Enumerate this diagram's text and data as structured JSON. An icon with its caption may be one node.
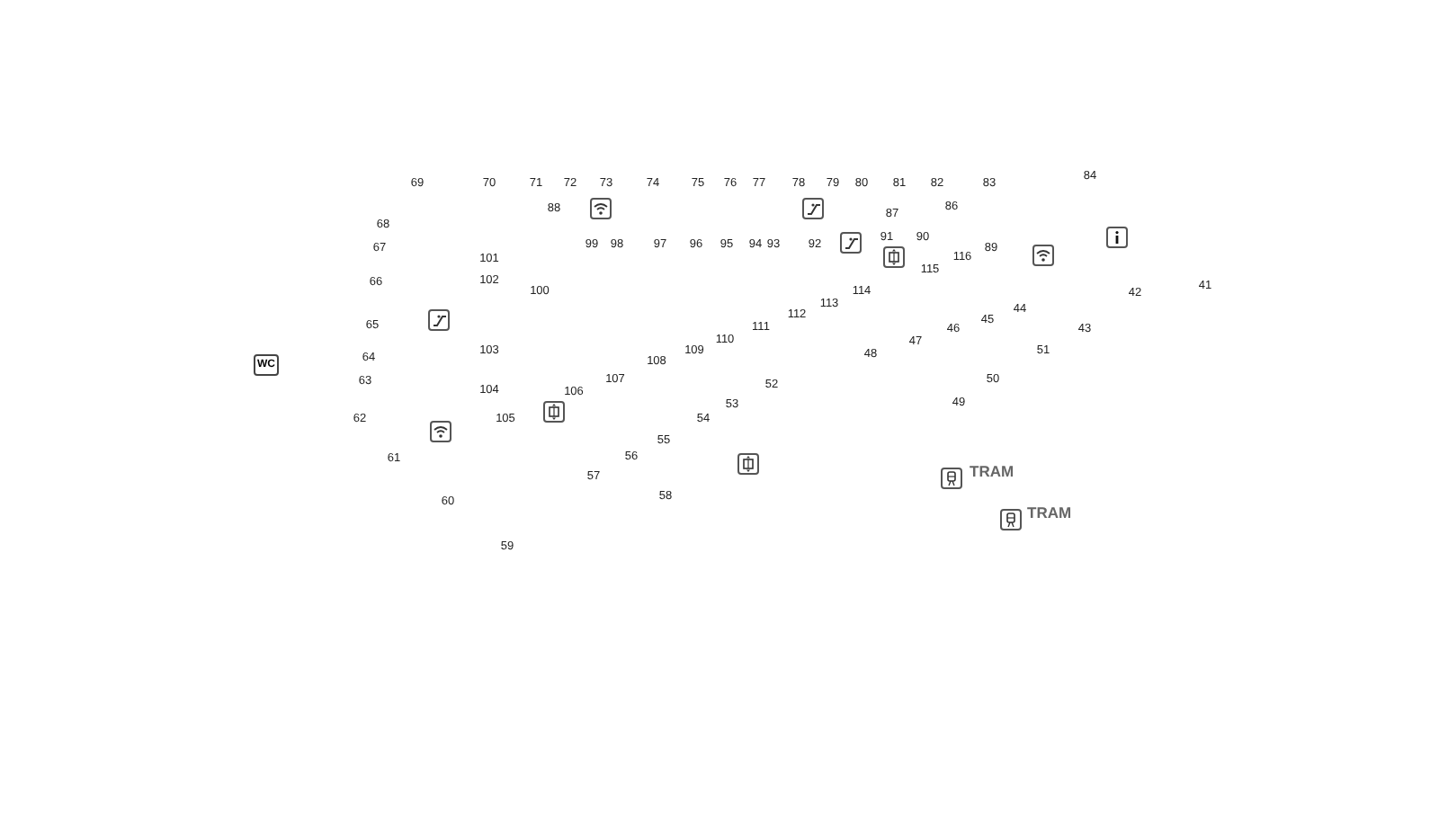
{
  "diagram": {
    "labels": [
      "84",
      "69",
      "70",
      "71",
      "72",
      "73",
      "74",
      "75",
      "76",
      "77",
      "78",
      "79",
      "80",
      "81",
      "82",
      "83",
      "86",
      "88",
      "87",
      "68",
      "91",
      "90",
      "99",
      "98",
      "97",
      "96",
      "95",
      "94",
      "93",
      "92",
      "67",
      "89",
      "116",
      "101",
      "115",
      "102",
      "66",
      "41",
      "114",
      "100",
      "42",
      "113",
      "44",
      "112",
      "45",
      "111",
      "65",
      "46",
      "43",
      "110",
      "47",
      "109",
      "51",
      "103",
      "48",
      "64",
      "108",
      "WC",
      "52",
      "107",
      "50",
      "63",
      "104",
      "106",
      "49",
      "53",
      "105",
      "62",
      "54",
      "55",
      "56",
      "61",
      "57",
      "TRAM",
      "58",
      "60",
      "TRAM",
      "59"
    ]
  }
}
